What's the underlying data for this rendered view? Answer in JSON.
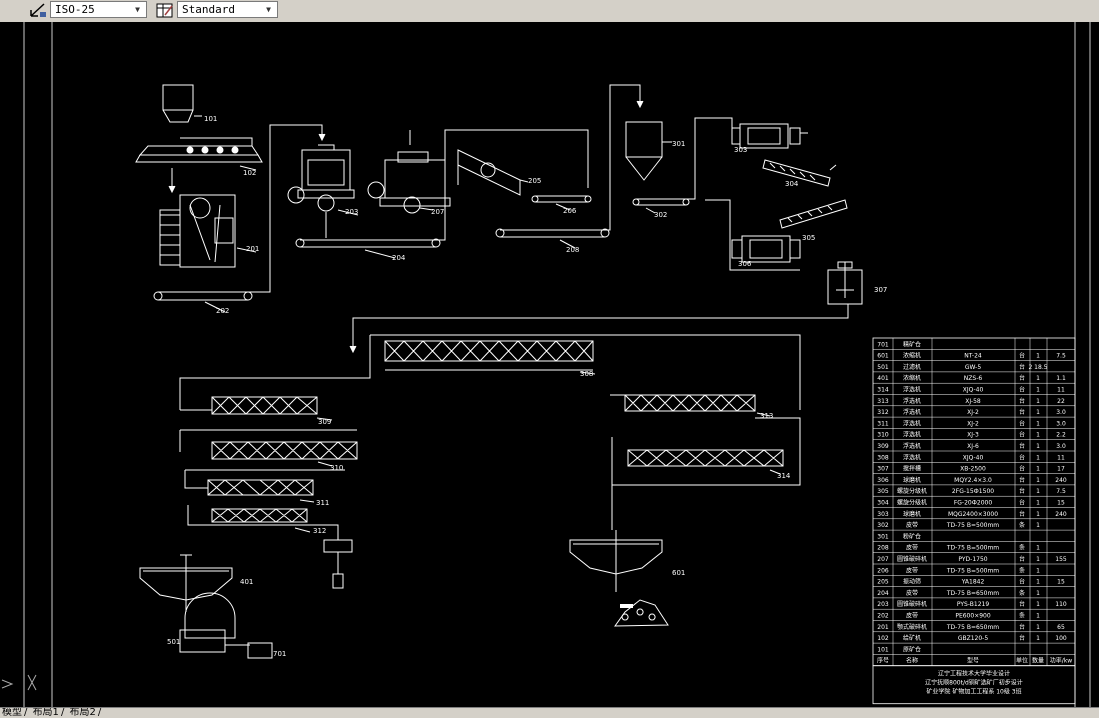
{
  "toolbar": {
    "dimstyle_value": "ISO-25",
    "tablestyle_value": "Standard"
  },
  "tabs": [
    "模型",
    "布局1",
    "布局2"
  ],
  "labels": {
    "l101": "101",
    "l102": "102",
    "l201": "201",
    "l202": "202",
    "l203": "203",
    "l204": "204",
    "l205": "205",
    "l206": "206",
    "l207": "207",
    "l208": "208",
    "l301": "301",
    "l302": "302",
    "l303": "303",
    "l304": "304",
    "l305": "305",
    "l306": "306",
    "l307": "307",
    "l308": "308",
    "l309": "309",
    "l310": "310",
    "l311": "311",
    "l312": "312",
    "l313": "313",
    "l314": "314",
    "l401": "401",
    "l501": "501",
    "l601": "601",
    "l701": "701"
  },
  "bom": {
    "rows": [
      [
        "701",
        "精矿仓",
        "",
        "",
        "",
        "",
        ""
      ],
      [
        "601",
        "浓缩机",
        "NT-24",
        "台",
        "1",
        "",
        "7.5"
      ],
      [
        "501",
        "过滤机",
        "GW-5",
        "台",
        "2",
        "18.5",
        ""
      ],
      [
        "401",
        "浓缩机",
        "NZS-6",
        "台",
        "1",
        "",
        "1.1"
      ],
      [
        "314",
        "浮选机",
        "XJQ-40",
        "台",
        "1",
        "",
        "11"
      ],
      [
        "313",
        "浮选机",
        "XJ-58",
        "台",
        "1",
        "",
        "22"
      ],
      [
        "312",
        "浮选机",
        "XJ-2",
        "台",
        "1",
        "",
        "3.0"
      ],
      [
        "311",
        "浮选机",
        "XJ-2",
        "台",
        "1",
        "",
        "3.0"
      ],
      [
        "310",
        "浮选机",
        "XJ-3",
        "台",
        "1",
        "",
        "2.2"
      ],
      [
        "309",
        "浮选机",
        "XJ-6",
        "台",
        "1",
        "",
        "3.0"
      ],
      [
        "308",
        "浮选机",
        "XJQ-40",
        "台",
        "1",
        "",
        "11"
      ],
      [
        "307",
        "搅拌槽",
        "XB-2500",
        "台",
        "1",
        "",
        "17"
      ],
      [
        "306",
        "球磨机",
        "MQY2.4×3.0",
        "台",
        "1",
        "",
        "240"
      ],
      [
        "305",
        "螺旋分级机",
        "2FG-15Ф1500",
        "台",
        "1",
        "",
        "7.5"
      ],
      [
        "304",
        "螺旋分级机",
        "FG-20Ф2000",
        "台",
        "1",
        "",
        "15"
      ],
      [
        "303",
        "球磨机",
        "MQG2400×3000",
        "台",
        "1",
        "",
        "240"
      ],
      [
        "302",
        "皮带",
        "TD-75 B=500mm",
        "条",
        "1",
        "",
        ""
      ],
      [
        "301",
        "粉矿仓",
        "",
        "",
        "",
        "",
        ""
      ],
      [
        "208",
        "皮带",
        "TD-75 B=500mm",
        "条",
        "1",
        "",
        ""
      ],
      [
        "207",
        "圆锥破碎机",
        "PYD-1750",
        "台",
        "1",
        "",
        "155"
      ],
      [
        "206",
        "皮带",
        "TD-75 B=500mm",
        "条",
        "1",
        "",
        ""
      ],
      [
        "205",
        "振动筛",
        "YA1842",
        "台",
        "1",
        "",
        "15"
      ],
      [
        "204",
        "皮带",
        "TD-75 B=650mm",
        "条",
        "1",
        "",
        ""
      ],
      [
        "203",
        "圆锥破碎机",
        "PYS-B1219",
        "台",
        "1",
        "",
        "110"
      ],
      [
        "202",
        "皮带",
        "PE600×900",
        "条",
        "1",
        "",
        ""
      ],
      [
        "201",
        "颚式破碎机",
        "TD-75 B=650mm",
        "台",
        "1",
        "",
        "65"
      ],
      [
        "102",
        "给矿机",
        "GBZ120-5",
        "台",
        "1",
        "",
        "100"
      ],
      [
        "101",
        "原矿仓",
        "",
        "",
        "",
        "",
        ""
      ]
    ],
    "header": [
      "序号",
      "名称",
      "型号",
      "单位",
      "数量",
      "功率/kw"
    ],
    "title_lines": [
      "辽宁工程技术大学毕业设计",
      "辽宁抚顺800t/d铜矿选矿厂初步设计",
      "矿业学院 矿物加工工程系 10级 3班"
    ]
  }
}
